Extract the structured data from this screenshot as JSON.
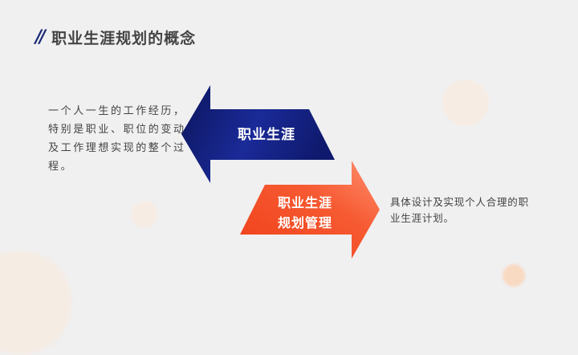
{
  "slide": {
    "title_mark": "//",
    "title": "职业生涯规划的概念",
    "colors": {
      "background": "#f0f0f1",
      "navy": "#0f1a6e",
      "navy_light": "#1f33a6",
      "orange": "#f04a1c",
      "orange_light": "#ff8a66",
      "text": "#444444"
    }
  },
  "career": {
    "arrow_label": "职业生涯",
    "description": "一个人一生的工作经历，特别是职业、职位的变动及工作理想实现的整个过程。"
  },
  "career_planning": {
    "arrow_label_line1": "职业生涯",
    "arrow_label_line2": "规划管理",
    "description": "具体设计及实现个人合理的职业生涯计划。"
  }
}
